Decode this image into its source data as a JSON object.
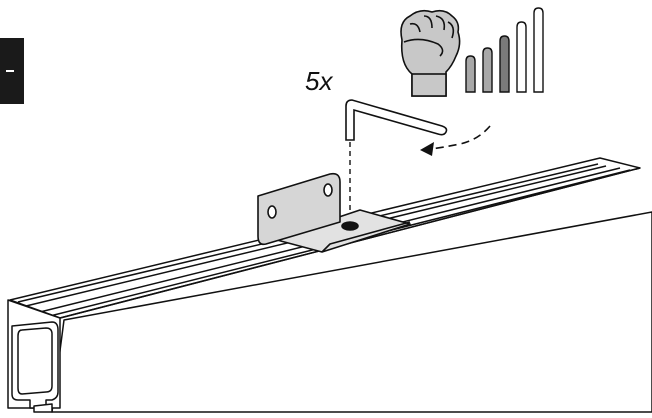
{
  "step": {
    "repeat_label": "5x"
  },
  "icons": {
    "fist": "fist-grip-icon",
    "torque_scale": "torque-strength-bars-icon",
    "hex_key": "hex-key-icon",
    "turn_arrow": "rotation-arrow-icon",
    "page_tab": "page-edge-tab-icon"
  },
  "torque": {
    "level_count": 5,
    "selected_level": 3
  },
  "colors": {
    "line": "#111111",
    "skin": "#bfbfbf",
    "bar_light": "#d4d4d4",
    "bar_mid": "#a8a8a8",
    "bar_dark": "#7a7a7a",
    "tab": "#1a1a1a"
  }
}
